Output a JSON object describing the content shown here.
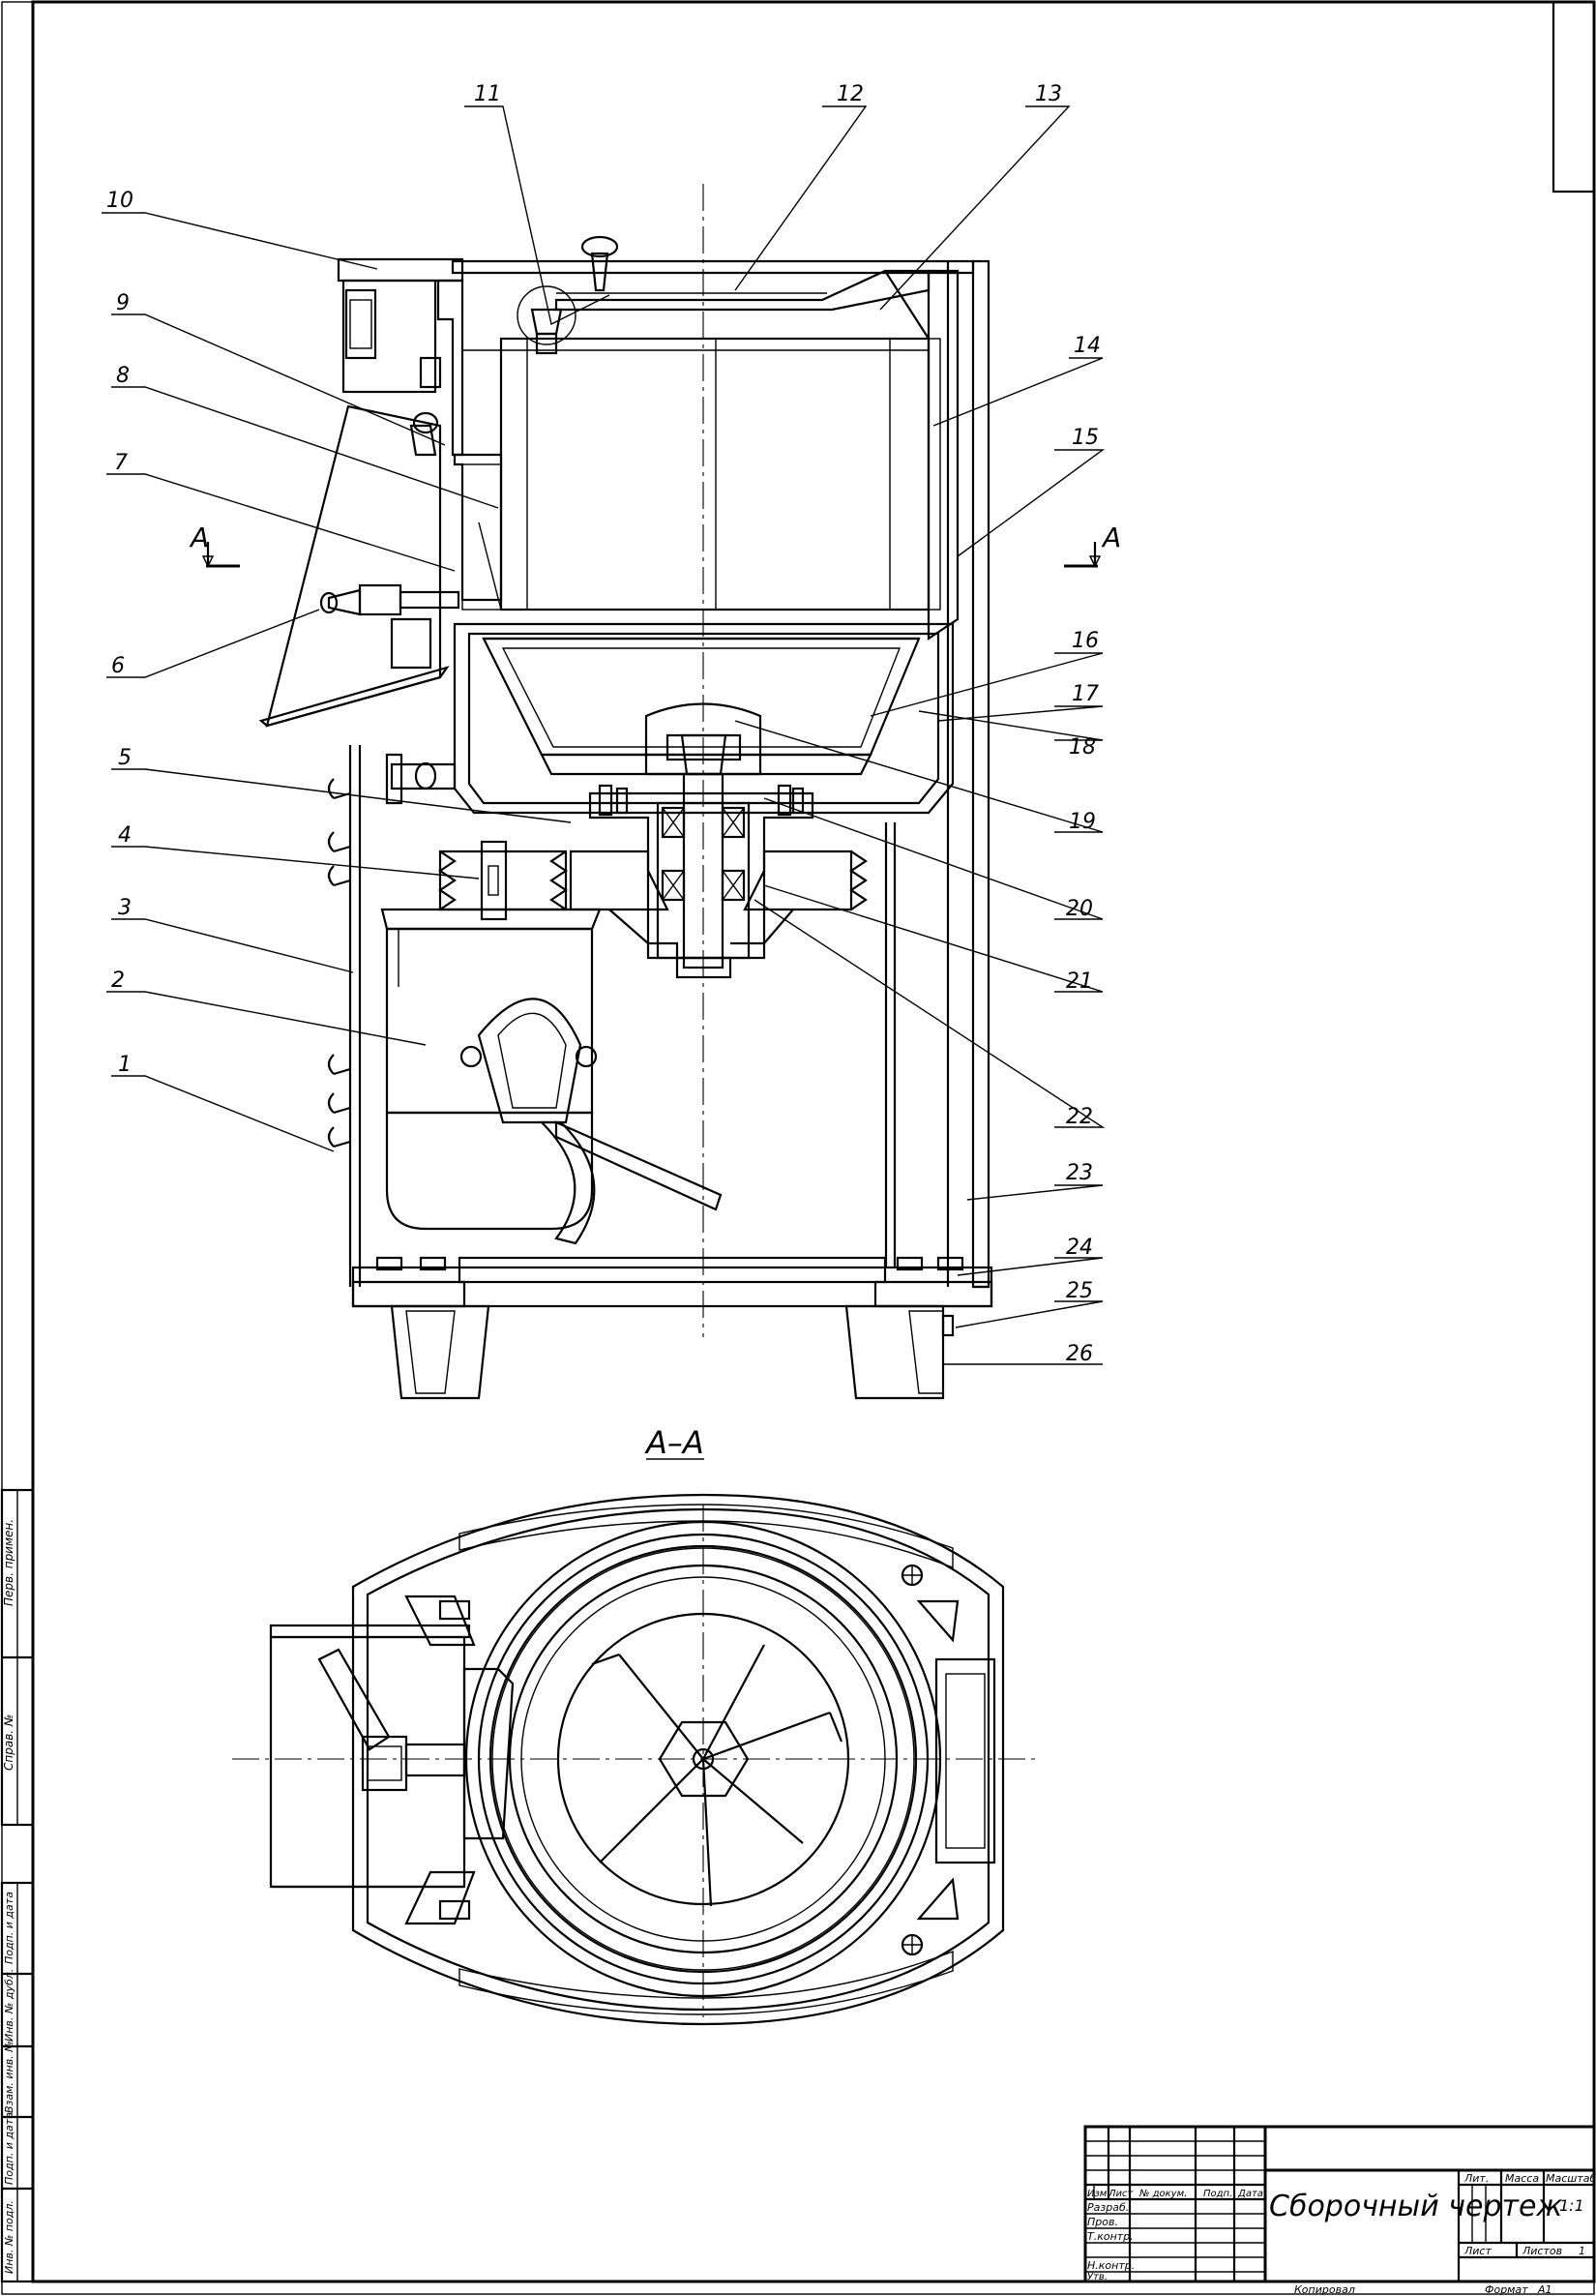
{
  "drawing": {
    "callouts": [
      "1",
      "2",
      "3",
      "4",
      "5",
      "6",
      "7",
      "8",
      "9",
      "10",
      "11",
      "12",
      "13",
      "14",
      "15",
      "16",
      "17",
      "18",
      "19",
      "20",
      "21",
      "22",
      "23",
      "24",
      "25",
      "26"
    ],
    "section_marker": "А",
    "section_title": "А–А"
  },
  "title_block": {
    "title": "Сборочный чертеж",
    "col_izm": "Изм",
    "col_list": "Лист",
    "col_doc": "№ докум.",
    "col_sign": "Подп.",
    "col_date": "Дата",
    "row_razrab": "Разраб.",
    "row_prov": "Пров.",
    "row_tkontr": "Т.контр.",
    "row_nkontr": "Н.контр.",
    "row_utv": "Утв.",
    "lit": "Лит.",
    "massa": "Масса",
    "masshtab": "Масштаб",
    "scale_value": "1:1",
    "list_label": "Лист",
    "listov_label": "Листов",
    "listov_value": "1"
  },
  "footer": {
    "copied": "Копировал",
    "format": "Формат",
    "format_value": "А1"
  },
  "side_stamp": {
    "perv_primen": "Перв. примен.",
    "sprav": "Справ. №",
    "podp_data_1": "Подп. и дата",
    "inv_dubl": "Инв. № дубл.",
    "vzam_inv": "Взам. инв. №",
    "podp_data_2": "Подп. и дата",
    "inv_podl": "Инв. № подл."
  }
}
